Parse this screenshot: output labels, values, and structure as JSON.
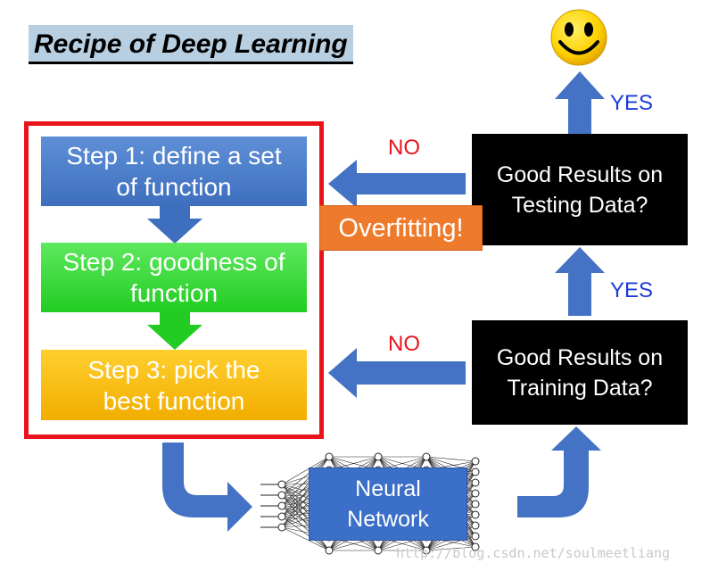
{
  "title": "Recipe of Deep Learning",
  "steps": {
    "step1": "Step 1: define a set of function",
    "step2": "Step 2: goodness of function",
    "step3": "Step 3: pick the best function"
  },
  "decisions": {
    "training": "Good Results on Training Data?",
    "testing": "Good Results on Testing Data?"
  },
  "branches": {
    "no_training": "NO",
    "no_testing": "NO",
    "yes_training": "YES",
    "yes_testing": "YES"
  },
  "overfitting_label": "Overfitting!",
  "network_label": "Neural Network",
  "watermark": "http://blog.csdn.net/soulmeetliang",
  "colors": {
    "frame": "#e8141c",
    "step1": "#4a7fcc",
    "step2": "#33d633",
    "step3": "#f7bb10",
    "arrow": "#4472c4",
    "overfitting": "#ee7b2b",
    "no": "#e8141c",
    "yes": "#1a3cd6"
  },
  "icons": {
    "success": "smiley-face-icon",
    "network": "neural-network-graph-icon"
  }
}
